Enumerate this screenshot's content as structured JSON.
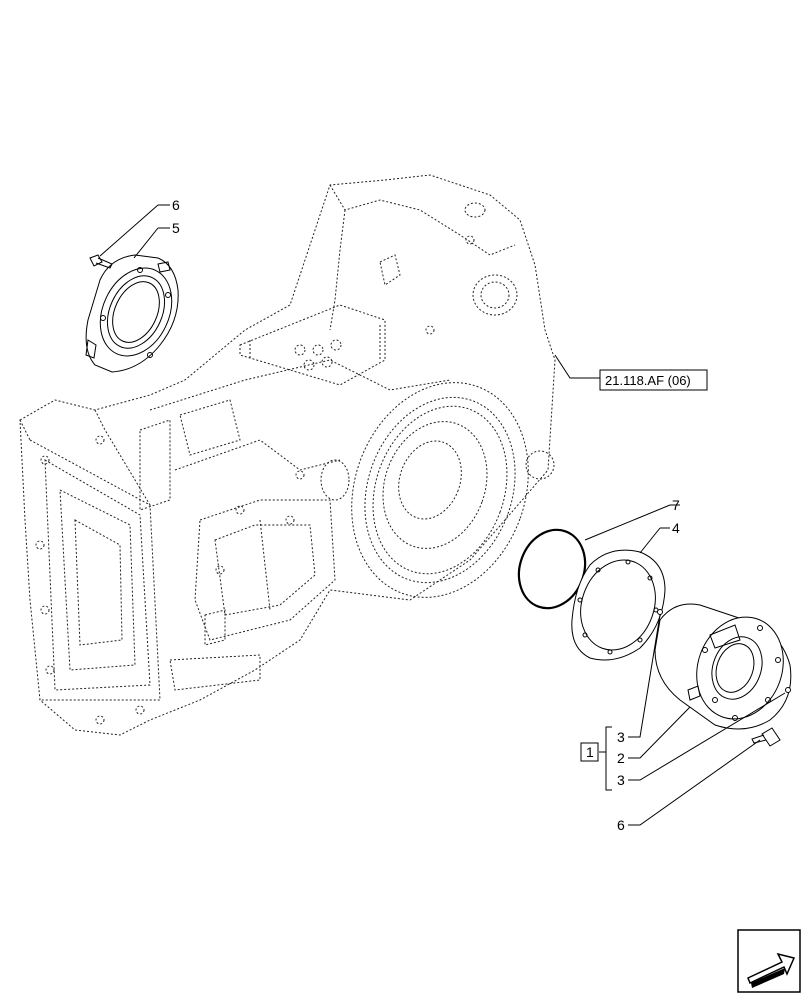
{
  "callouts": {
    "c6_top": "6",
    "c5": "5",
    "c7": "7",
    "c4": "4",
    "c3_top": "3",
    "c2": "2",
    "c3_bottom": "3",
    "c6_bottom": "6",
    "c1": "1"
  },
  "reference": {
    "label": "21.118.AF (06)"
  },
  "icons": {
    "nav": "arrow-navigation-icon"
  }
}
